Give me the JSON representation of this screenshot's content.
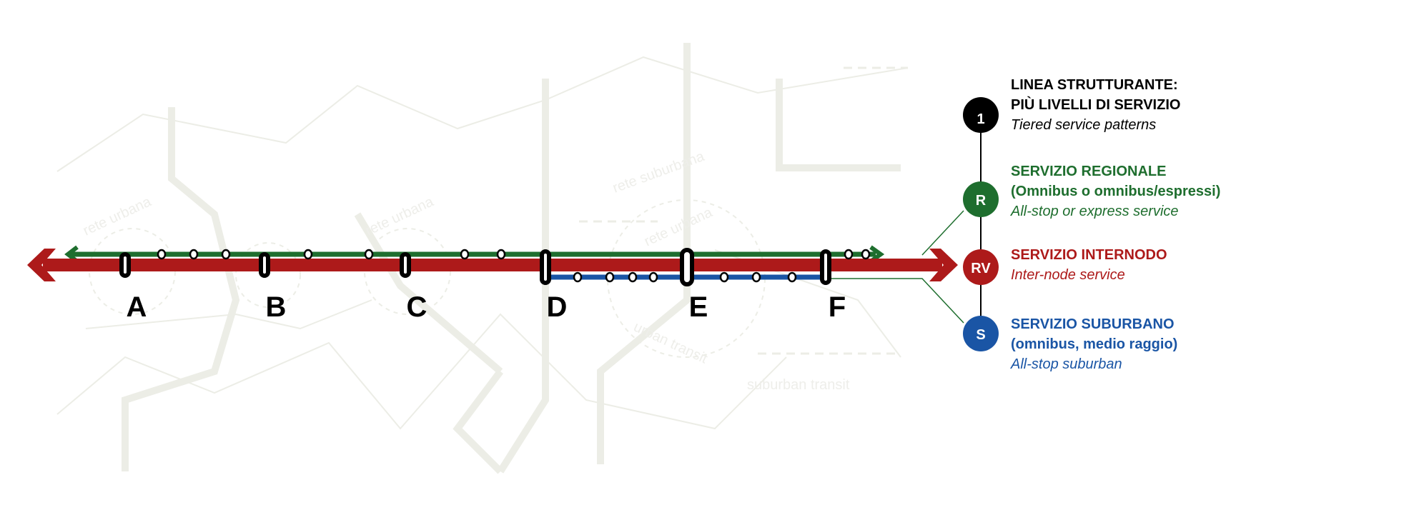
{
  "stations": [
    "A",
    "B",
    "C",
    "D",
    "E",
    "F"
  ],
  "background_labels": {
    "urban": "rete urbana",
    "suburban": "rete suburbana",
    "urban_en": "urban transit",
    "suburban_en": "suburban transit"
  },
  "legend": [
    {
      "badge": "1",
      "color": "#000000",
      "title_lines": [
        "LINEA STRUTTURANTE:",
        "PIÙ LIVELLI DI SERVIZIO"
      ],
      "subtitle": "",
      "english": "Tiered service patterns"
    },
    {
      "badge": "R",
      "color": "#1e6e2e",
      "title_lines": [
        "SERVIZIO REGIONALE"
      ],
      "subtitle": "(Omnibus o omnibus/espressi)",
      "english": "All-stop or express service"
    },
    {
      "badge": "RV",
      "color": "#ad1a1a",
      "title_lines": [
        "SERVIZIO INTERNODO"
      ],
      "subtitle": "",
      "english": "Inter-node service"
    },
    {
      "badge": "S",
      "color": "#1a55a5",
      "title_lines": [
        "SERVIZIO SUBURBANO"
      ],
      "subtitle": "(omnibus, medio raggio)",
      "english": "All-stop suburban"
    }
  ],
  "colors": {
    "regional": "#1e6e2e",
    "internode": "#ad1a1a",
    "suburban": "#1a55a5",
    "background_network": "#ecede6"
  }
}
